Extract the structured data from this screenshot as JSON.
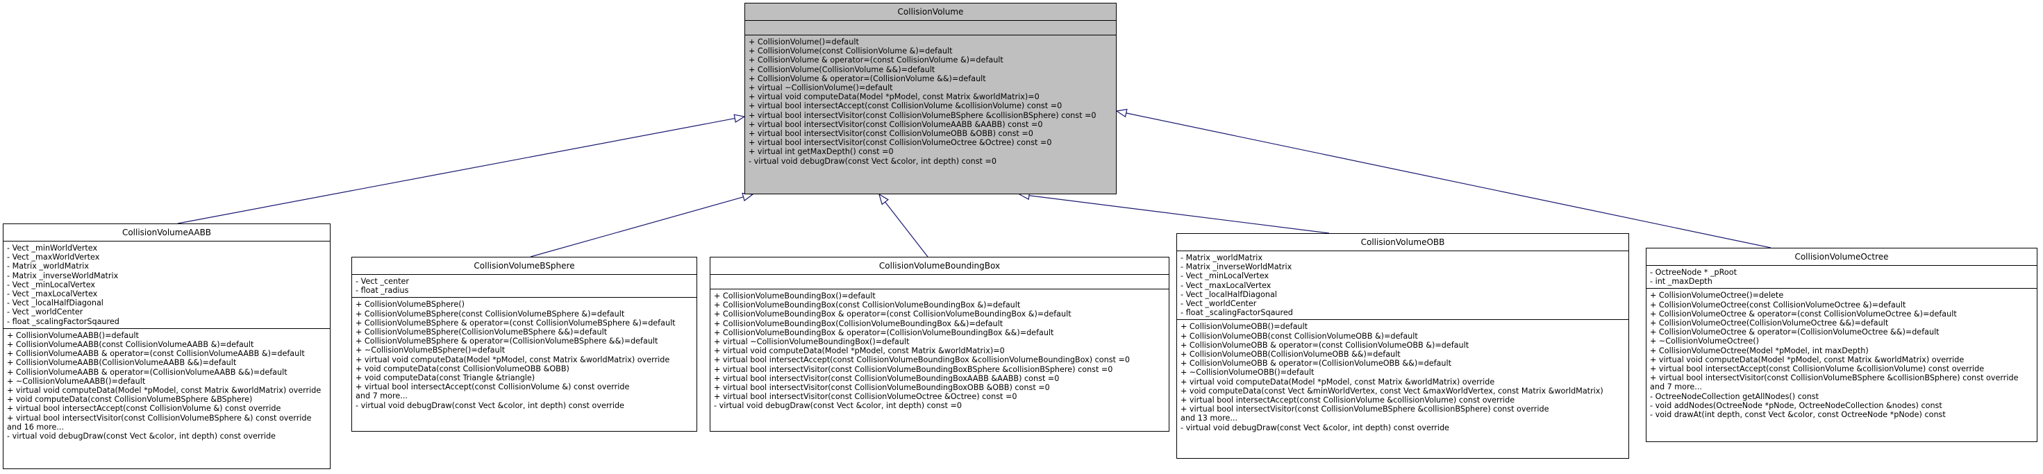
{
  "diagram": {
    "edge_color": "#191970",
    "base": {
      "name": "CollisionVolume",
      "attributes": [],
      "methods": [
        "+ CollisionVolume()=default",
        "+ CollisionVolume(const CollisionVolume &)=default",
        "+ CollisionVolume & operator=(const CollisionVolume &)=default",
        "+ CollisionVolume(CollisionVolume &&)=default",
        "+ CollisionVolume & operator=(CollisionVolume &&)=default",
        "+ virtual ~CollisionVolume()=default",
        "+ virtual void computeData(Model *pModel, const Matrix &worldMatrix)=0",
        "+ virtual bool intersectAccept(const CollisionVolume &collisionVolume) const =0",
        "+ virtual bool intersectVisitor(const CollisionVolumeBSphere &collisionBSphere) const =0",
        "+ virtual bool intersectVisitor(const CollisionVolumeAABB &AABB) const =0",
        "+ virtual bool intersectVisitor(const CollisionVolumeOBB &OBB) const =0",
        "+ virtual bool intersectVisitor(const CollisionVolumeOctree &Octree) const =0",
        "+ virtual int getMaxDepth() const =0",
        "- virtual void debugDraw(const Vect &color, int depth) const =0"
      ]
    },
    "derived": [
      {
        "name": "CollisionVolumeAABB",
        "attributes": [
          "- Vect _minWorldVertex",
          "- Vect _maxWorldVertex",
          "- Matrix _worldMatrix",
          "- Matrix _inverseWorldMatrix",
          "- Vect _minLocalVertex",
          "- Vect _maxLocalVertex",
          "- Vect _localHalfDiagonal",
          "- Vect _worldCenter",
          "- float _scalingFactorSqaured"
        ],
        "methods": [
          "+ CollisionVolumeAABB()=default",
          "+ CollisionVolumeAABB(const CollisionVolumeAABB &)=default",
          "+ CollisionVolumeAABB & operator=(const CollisionVolumeAABB &)=default",
          "+ CollisionVolumeAABB(CollisionVolumeAABB &&)=default",
          "+ CollisionVolumeAABB & operator=(CollisionVolumeAABB &&)=default",
          "+ ~CollisionVolumeAABB()=default",
          "+ virtual void computeData(Model *pModel, const Matrix &worldMatrix) override",
          "+ void computeData(const CollisionVolumeBSphere &BSphere)",
          "+ virtual bool intersectAccept(const CollisionVolume &) const override",
          "+ virtual bool intersectVisitor(const CollisionVolumeBSphere &) const override",
          "and 16 more...",
          "- virtual void debugDraw(const Vect &color, int depth) const override"
        ]
      },
      {
        "name": "CollisionVolumeBSphere",
        "attributes": [
          "- Vect _center",
          "- float _radius"
        ],
        "methods": [
          "+ CollisionVolumeBSphere()",
          "+ CollisionVolumeBSphere(const CollisionVolumeBSphere &)=default",
          "+ CollisionVolumeBSphere & operator=(const CollisionVolumeBSphere &)=default",
          "+ CollisionVolumeBSphere(CollisionVolumeBSphere &&)=default",
          "+ CollisionVolumeBSphere & operator=(CollisionVolumeBSphere &&)=default",
          "+ ~CollisionVolumeBSphere()=default",
          "+ virtual void computeData(Model *pModel, const Matrix &worldMatrix) override",
          "+ void computeData(const CollisionVolumeOBB &OBB)",
          "+ void computeData(const Triangle &triangle)",
          "+ virtual bool intersectAccept(const CollisionVolume &) const override",
          "and 7 more...",
          "- virtual void debugDraw(const Vect &color, int depth) const override"
        ]
      },
      {
        "name": "CollisionVolumeBoundingBox",
        "attributes": [],
        "methods": [
          "+ CollisionVolumeBoundingBox()=default",
          "+ CollisionVolumeBoundingBox(const CollisionVolumeBoundingBox &)=default",
          "+ CollisionVolumeBoundingBox & operator=(const CollisionVolumeBoundingBox &)=default",
          "+ CollisionVolumeBoundingBox(CollisionVolumeBoundingBox &&)=default",
          "+ CollisionVolumeBoundingBox & operator=(CollisionVolumeBoundingBox &&)=default",
          "+ virtual ~CollisionVolumeBoundingBox()=default",
          "+ virtual void computeData(Model *pModel, const Matrix &worldMatrix)=0",
          "+ virtual bool intersectAccept(const CollisionVolumeBoundingBox &collisionVolumeBoundingBox) const =0",
          "+ virtual bool intersectVisitor(const CollisionVolumeBoundingBoxBSphere &collisionBSphere) const =0",
          "+ virtual bool intersectVisitor(const CollisionVolumeBoundingBoxAABB &AABB) const =0",
          "+ virtual bool intersectVisitor(const CollisionVolumeBoundingBoxOBB &OBB) const =0",
          "+ virtual bool intersectVisitor(const CollisionVolumeOctree &Octree) const =0",
          "- virtual void debugDraw(const Vect &color, int depth) const =0"
        ]
      },
      {
        "name": "CollisionVolumeOBB",
        "attributes": [
          "- Matrix _worldMatrix",
          "- Matrix _inverseWorldMatrix",
          "- Vect _minLocalVertex",
          "- Vect _maxLocalVertex",
          "- Vect _localHalfDiagonal",
          "- Vect _worldCenter",
          "- float _scalingFactorSqaured"
        ],
        "methods": [
          "+ CollisionVolumeOBB()=default",
          "+ CollisionVolumeOBB(const CollisionVolumeOBB &)=default",
          "+ CollisionVolumeOBB & operator=(const CollisionVolumeOBB &)=default",
          "+ CollisionVolumeOBB(CollisionVolumeOBB &&)=default",
          "+ CollisionVolumeOBB & operator=(CollisionVolumeOBB &&)=default",
          "+ ~CollisionVolumeOBB()=default",
          "+ virtual void computeData(Model *pModel, const Matrix &worldMatrix) override",
          "+ void computeData(const Vect &minWorldVertex, const Vect &maxWorldVertex, const Matrix &worldMatrix)",
          "+ virtual bool intersectAccept(const CollisionVolume &collisionVolume) const override",
          "+ virtual bool intersectVisitor(const CollisionVolumeBSphere &collisionBSphere) const override",
          "and 13 more...",
          "- virtual void debugDraw(const Vect &color, int depth) const override"
        ]
      },
      {
        "name": "CollisionVolumeOctree",
        "attributes": [
          "- OctreeNode * _pRoot",
          "- int _maxDepth"
        ],
        "methods": [
          "+ CollisionVolumeOctree()=delete",
          "+ CollisionVolumeOctree(const CollisionVolumeOctree &)=default",
          "+ CollisionVolumeOctree & operator=(const CollisionVolumeOctree &)=default",
          "+ CollisionVolumeOctree(CollisionVolumeOctree &&)=default",
          "+ CollisionVolumeOctree & operator=(CollisionVolumeOctree &&)=default",
          "+ ~CollisionVolumeOctree()",
          "+ CollisionVolumeOctree(Model *pModel, int maxDepth)",
          "+ virtual void computeData(Model *pModel, const Matrix &worldMatrix) override",
          "+ virtual bool intersectAccept(const CollisionVolume &collisionVolume) const override",
          "+ virtual bool intersectVisitor(const CollisionVolumeBSphere &collisionBSphere) const override",
          "and 7 more...",
          "- OctreeNodeCollection getAllNodes() const",
          "- void addNodes(OctreeNode *pNode, OctreeNodeCollection &nodes) const",
          "- void drawAt(int depth, const Vect &color, const OctreeNode *pNode) const"
        ]
      }
    ]
  }
}
